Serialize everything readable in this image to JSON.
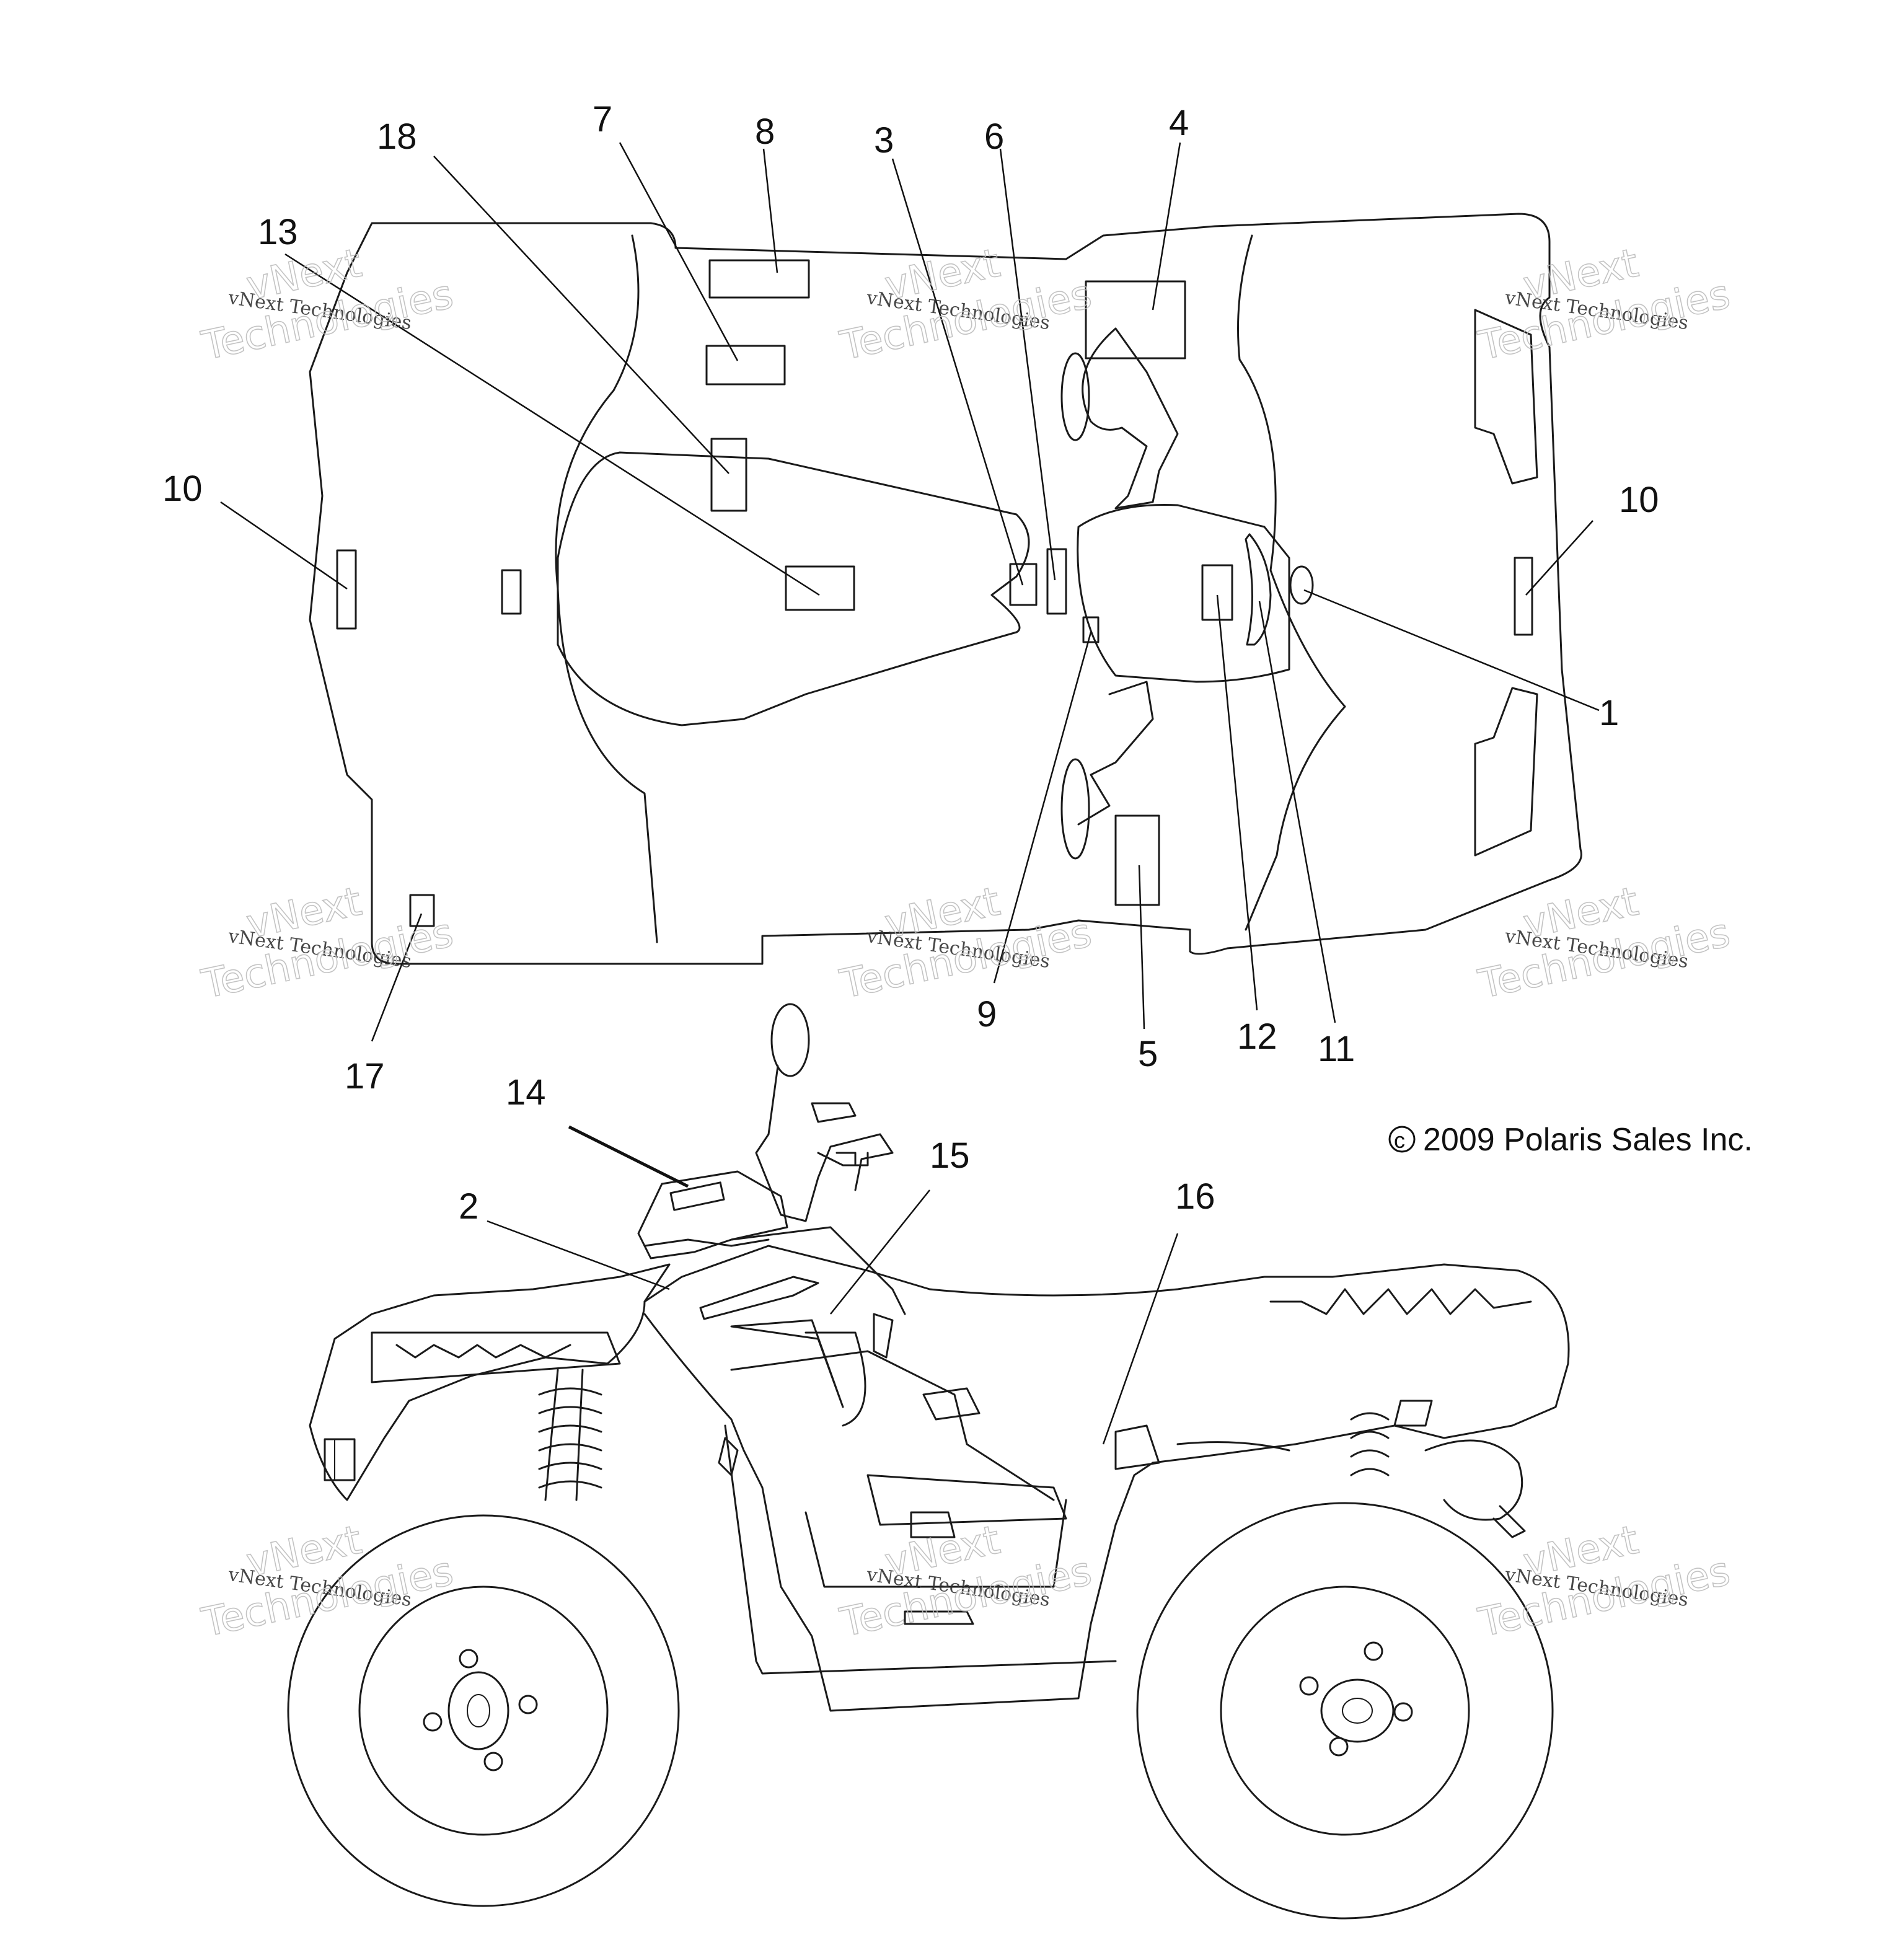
{
  "callouts": {
    "c1": "1",
    "c2": "2",
    "c3": "3",
    "c4": "4",
    "c5": "5",
    "c6": "6",
    "c7": "7",
    "c8": "8",
    "c9": "9",
    "c10a": "10",
    "c10b": "10",
    "c11": "11",
    "c12": "12",
    "c13": "13",
    "c14": "14",
    "c15": "15",
    "c16": "16",
    "c17": "17",
    "c18": "18"
  },
  "copyright": "2009 Polaris Sales Inc.",
  "copyright_symbol": "c",
  "watermark": {
    "line1": "vNext Technologies",
    "line2": "vNext",
    "line3": "Technologies"
  }
}
